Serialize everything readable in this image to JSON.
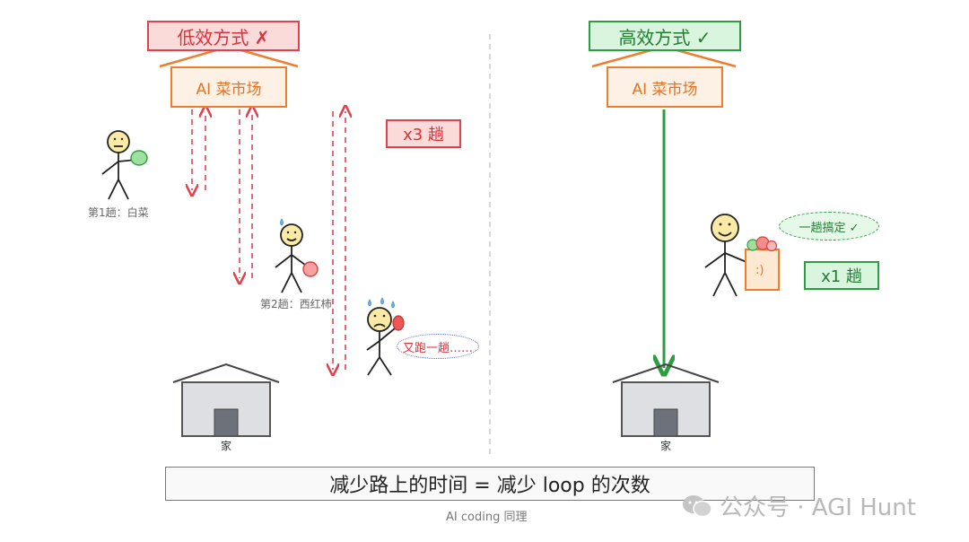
{
  "left": {
    "title": "低效方式 ✗",
    "store": "AI 菜市场",
    "trips": "x3 趟",
    "person1_caption": "第1趟：白菜",
    "person2_caption": "第2趟：西红柿",
    "speech": "又跑一趟……",
    "home": "家"
  },
  "right": {
    "title": "高效方式 ✓",
    "store": "AI 菜市场",
    "trips": "x1 趟",
    "speech": "一趟搞定 ✓",
    "bag_face": ":)",
    "home": "家"
  },
  "bottom": {
    "summary": "减少路上的时间 = 减少 loop 的次数",
    "subcaption": "AI coding 同理"
  },
  "watermark": {
    "text": "公众号 · AGI Hunt"
  },
  "colors": {
    "bad": "#e0434f",
    "good": "#2e9d42",
    "store": "#ef7d2f"
  }
}
